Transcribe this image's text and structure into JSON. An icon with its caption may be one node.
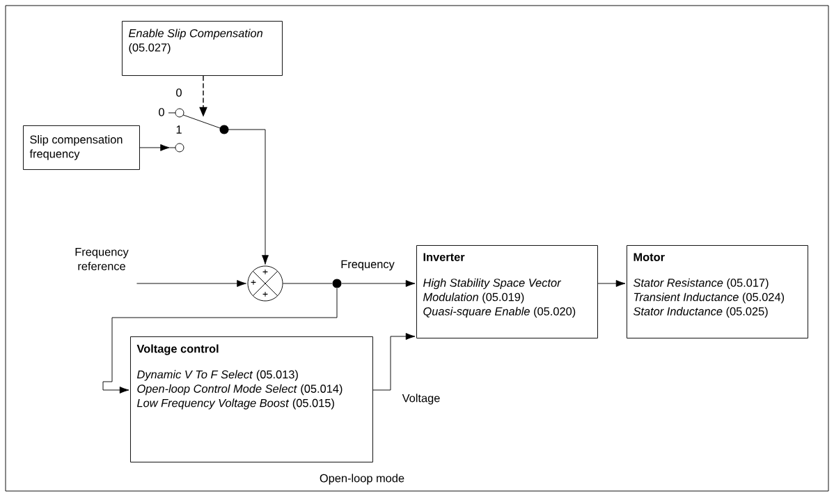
{
  "diagram": {
    "caption": "Open-loop mode",
    "nodes": [
      {
        "text": [
          "*Enable Slip Compensation* (05.027)"
        ]
      },
      {
        "text": [
          "Slip compensation frequency"
        ]
      },
      {
        "text": [],
        "shape": "switch"
      },
      {
        "text": [
          "Frequency reference"
        ]
      },
      {
        "text": [
          "+",
          "+",
          "+"
        ]
      },
      {
        "text": [
          "Inverter",
          "*High Stability Space Vector Modulation* (05.019)",
          "*Quasi-square Enable* (05.020)"
        ]
      },
      {
        "text": [
          "Motor",
          "*Stator Resistance* (05.017)",
          "*Transient Inductance* (05.024)",
          "*Stator Inductance* (05.025)"
        ]
      },
      {
        "text": [
          "Voltage control",
          "*Dynamic V To F Select* (05.013)",
          "*Open-loop Control Mode Select* (05.014)",
          "*Low Frequency Voltage Boost* (05.015)"
        ]
      },
      {
        "text": [],
        "shape": "circle"
      }
    ],
    "edges": [
      {
        "from": 0,
        "to": 2,
        "arrow": "to",
        "style": "dashed"
      },
      {
        "from": 1,
        "to": 2,
        "arrow": "to"
      },
      {
        "from": 2,
        "to": 4,
        "arrow": "to"
      },
      {
        "from": 3,
        "to": 4,
        "arrow": "to"
      },
      {
        "from": 4,
        "to": 8,
        "arrow": "none"
      },
      {
        "from": 8,
        "to": 5,
        "arrow": "to",
        "label": "Frequency"
      },
      {
        "from": 8,
        "to": 7,
        "arrow": "to"
      },
      {
        "from": 7,
        "to": 5,
        "arrow": "to",
        "label": "Voltage"
      },
      {
        "from": 5,
        "to": 6,
        "arrow": "to"
      }
    ],
    "labels": [
      "0",
      "0",
      "1"
    ]
  }
}
